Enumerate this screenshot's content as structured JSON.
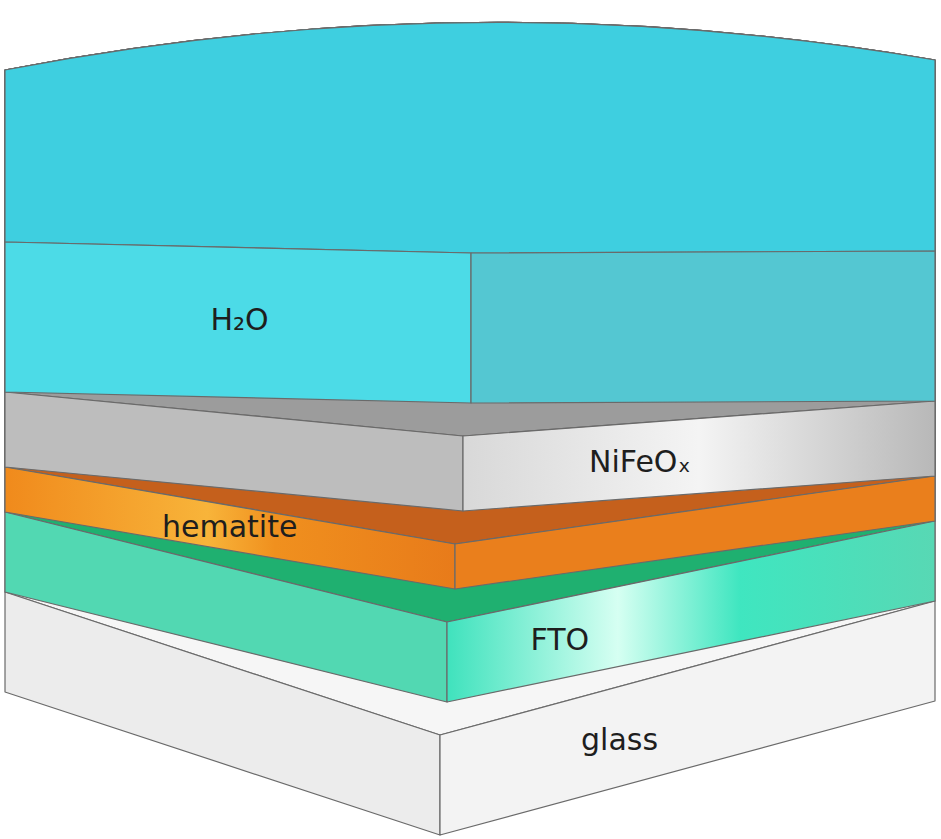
{
  "diagram": {
    "nodes": [
      {
        "text": [
          "H₂O"
        ]
      },
      {
        "text": [
          "NiFeOₓ"
        ]
      },
      {
        "text": [
          "hematite"
        ]
      },
      {
        "text": [
          "FTO"
        ]
      },
      {
        "text": [
          "glass"
        ]
      }
    ]
  }
}
